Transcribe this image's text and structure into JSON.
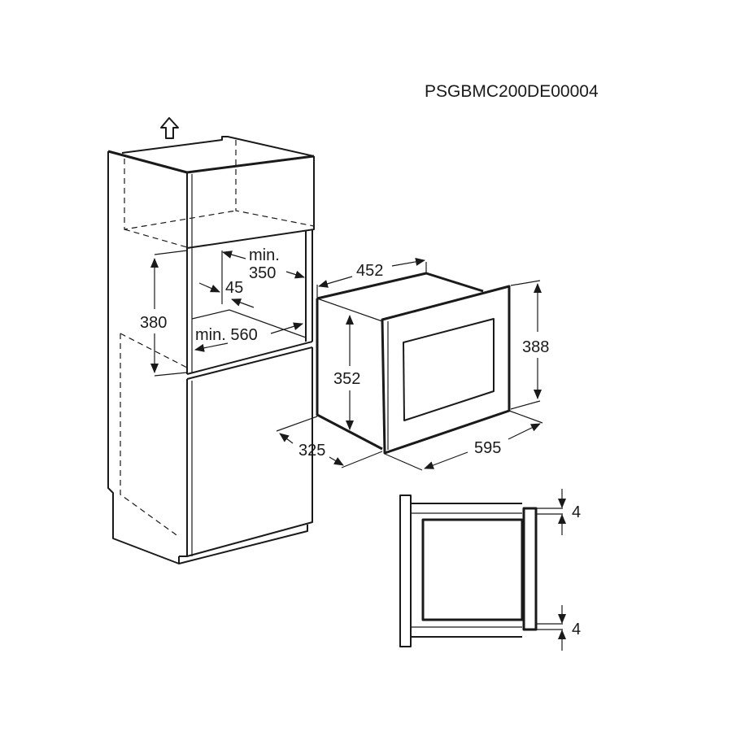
{
  "document": {
    "code": "PSGBMC200DE00004"
  },
  "cabinet": {
    "airflow_arrow": "up-arrow-icon",
    "dimensions": {
      "niche_height": "380",
      "niche_depth_label": "min.",
      "niche_depth_value": "350",
      "rear_gap": "45",
      "niche_width": "min. 560"
    }
  },
  "appliance": {
    "dimensions": {
      "body_width": "452",
      "body_height": "352",
      "body_depth": "325",
      "front_height": "388",
      "front_width": "595"
    }
  },
  "side_section": {
    "top_gap": "4",
    "bottom_gap": "4"
  },
  "colors": {
    "line": "#1a1a1a",
    "background": "#ffffff"
  }
}
